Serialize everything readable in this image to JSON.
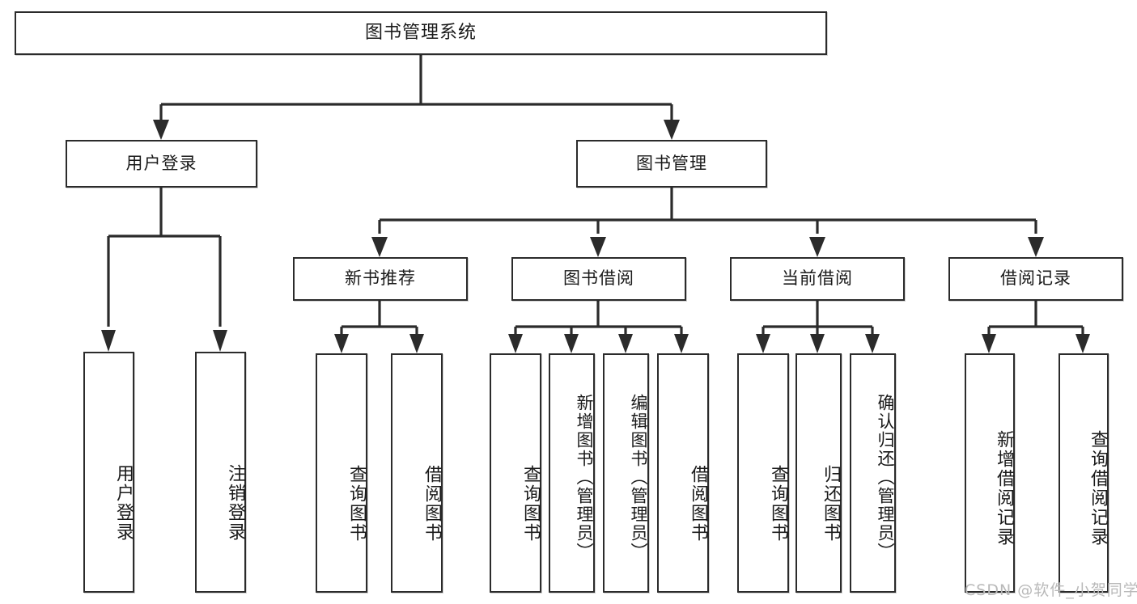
{
  "diagram": {
    "title": "图书管理系统",
    "root": {
      "label": "图书管理系统"
    },
    "level1": [
      {
        "label": "用户登录"
      },
      {
        "label": "图书管理"
      }
    ],
    "level2": [
      {
        "label": "新书推荐"
      },
      {
        "label": "图书借阅"
      },
      {
        "label": "当前借阅"
      },
      {
        "label": "借阅记录"
      }
    ],
    "leaves": {
      "user_login": [
        {
          "label": "用户登录"
        },
        {
          "label": "注销登录"
        }
      ],
      "new_book_recommend": [
        {
          "label": "查询图书"
        },
        {
          "label": "借阅图书"
        }
      ],
      "book_borrow": [
        {
          "label": "查询图书"
        },
        {
          "label": "新增图书（管理员）"
        },
        {
          "label": "编辑图书（管理员）"
        },
        {
          "label": "借阅图书"
        }
      ],
      "current_borrow": [
        {
          "label": "查询图书"
        },
        {
          "label": "归还图书"
        },
        {
          "label": "确认归还（管理员）"
        }
      ],
      "borrow_record": [
        {
          "label": "新增借阅记录"
        },
        {
          "label": "查询借阅记录"
        }
      ]
    }
  },
  "watermark": {
    "text": "CSDN @软件_小贺同学"
  },
  "colors": {
    "stroke": "#2b2b2b",
    "fill": "#ffffff",
    "text": "#1a1a1a",
    "watermark": "#b9b9b9"
  }
}
